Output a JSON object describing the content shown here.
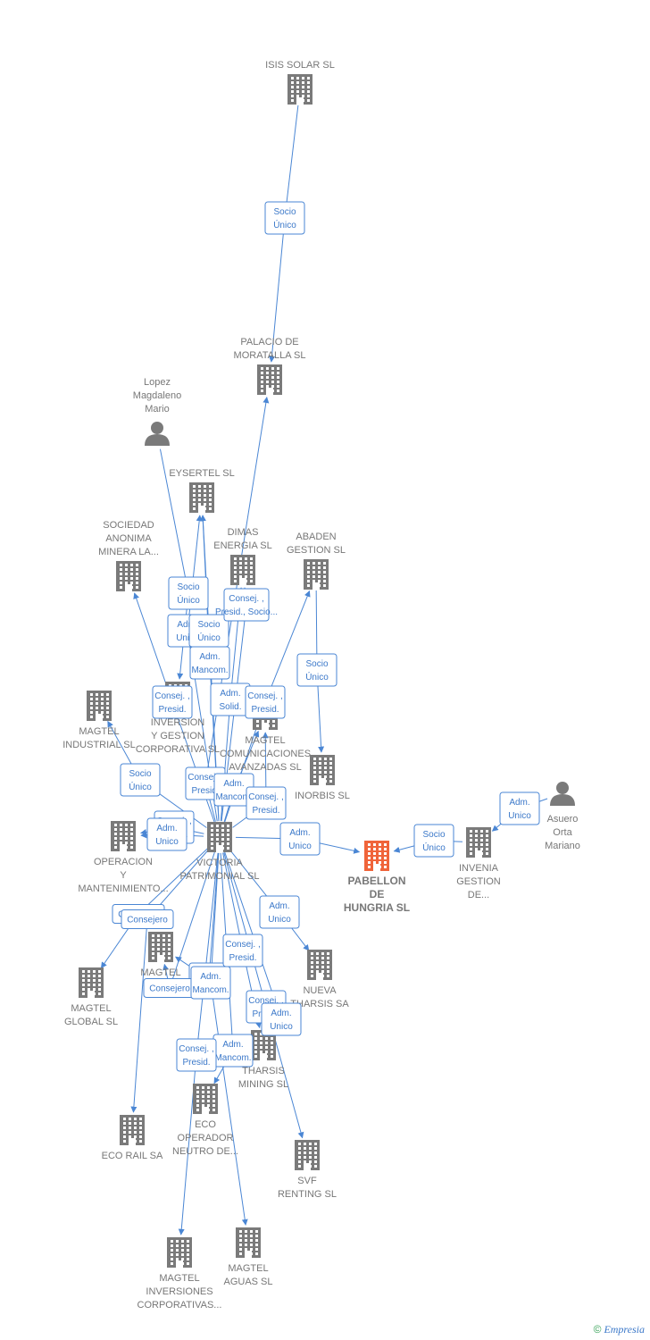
{
  "colors": {
    "company": "#7a7a7a",
    "focus": "#f0643a",
    "person": "#7a7a7a",
    "edge": "#4a86d4"
  },
  "nodes": [
    {
      "id": "isis",
      "type": "company",
      "lines": [
        "ISIS SOLAR  SL"
      ]
    },
    {
      "id": "palacio",
      "type": "company",
      "lines": [
        "PALACIO DE",
        "MORATALLA SL"
      ]
    },
    {
      "id": "lopez",
      "type": "person",
      "lines": [
        "Lopez",
        "Magdaleno",
        "Mario"
      ]
    },
    {
      "id": "eysertel",
      "type": "company",
      "lines": [
        "EYSERTEL SL"
      ]
    },
    {
      "id": "sociedad",
      "type": "company",
      "lines": [
        "SOCIEDAD",
        "ANONIMA",
        "MINERA LA..."
      ]
    },
    {
      "id": "dimas",
      "type": "company",
      "lines": [
        "DIMAS",
        "ENERGIA SL"
      ]
    },
    {
      "id": "abaden",
      "type": "company",
      "lines": [
        "ABADEN",
        "GESTION SL"
      ]
    },
    {
      "id": "magtel_ind",
      "type": "company",
      "lines": [
        "MAGTEL",
        "INDUSTRIAL SL"
      ]
    },
    {
      "id": "inversion_gestion",
      "type": "company",
      "lines": [
        "INVERSION",
        "Y GESTION",
        "CORPORATIVA SL"
      ]
    },
    {
      "id": "magtel_com",
      "type": "company",
      "lines": [
        "MAGTEL",
        "COMUNICACIONES",
        "AVANZADAS SL"
      ]
    },
    {
      "id": "inorbis",
      "type": "company",
      "lines": [
        "INORBIS  SL"
      ]
    },
    {
      "id": "asuero",
      "type": "person",
      "lines": [
        "Asuero",
        "Orta",
        "Mariano"
      ]
    },
    {
      "id": "operacion",
      "type": "company",
      "lines": [
        "OPERACION",
        "Y",
        "MANTENIMIENTO..."
      ]
    },
    {
      "id": "victoria",
      "type": "company",
      "lines": [
        "VICTORIA",
        "PATRIMONIAL SL"
      ]
    },
    {
      "id": "pabellon",
      "type": "focus",
      "lines": [
        "PABELLON",
        "DE",
        "HUNGRIA  SL"
      ]
    },
    {
      "id": "invenia",
      "type": "company",
      "lines": [
        "INVENIA",
        "GESTION",
        "DE..."
      ]
    },
    {
      "id": "magtel_oper",
      "type": "company",
      "lines": [
        "MAGTEL",
        "OPER..."
      ]
    },
    {
      "id": "magtel_global",
      "type": "company",
      "lines": [
        "MAGTEL",
        "GLOBAL SL"
      ]
    },
    {
      "id": "nueva_tharsis",
      "type": "company",
      "lines": [
        "NUEVA",
        "THARSIS SA"
      ]
    },
    {
      "id": "tharsis_mining",
      "type": "company",
      "lines": [
        "THARSIS",
        "MINING  SL"
      ]
    },
    {
      "id": "eco_rail",
      "type": "company",
      "lines": [
        "ECO RAIL SA"
      ]
    },
    {
      "id": "eco_operador",
      "type": "company",
      "lines": [
        "ECO",
        "OPERADOR",
        "NEUTRO DE..."
      ]
    },
    {
      "id": "svf",
      "type": "company",
      "lines": [
        "SVF",
        "RENTING  SL"
      ]
    },
    {
      "id": "magtel_inv",
      "type": "company",
      "lines": [
        "MAGTEL",
        "INVERSIONES",
        "CORPORATIVAS..."
      ]
    },
    {
      "id": "magtel_aguas",
      "type": "company",
      "lines": [
        "MAGTEL",
        "AGUAS  SL"
      ]
    }
  ],
  "edges": [
    {
      "from": "isis",
      "to": "palacio",
      "lines": [
        "Socio",
        "Único"
      ]
    },
    {
      "from": "lopez",
      "to": "inversion_gestion",
      "lines": [
        "Socio",
        "Único"
      ]
    },
    {
      "from": "victoria",
      "to": "eysertel",
      "lines": [
        "Adm.",
        "Unico"
      ]
    },
    {
      "from": "victoria",
      "to": "eysertel",
      "lines": [
        "Socio",
        "Único"
      ]
    },
    {
      "from": "victoria",
      "to": "eysertel",
      "lines": [
        "Adm.",
        "Mancom."
      ]
    },
    {
      "from": "victoria",
      "to": "dimas",
      "lines": [
        "Consej. ,",
        "Presid., Socio..."
      ]
    },
    {
      "from": "victoria",
      "to": "dimas",
      "lines": [
        "Adm.",
        "Solid."
      ]
    },
    {
      "from": "victoria",
      "to": "abaden",
      "lines": [
        "Consej. ,",
        "Presid."
      ]
    },
    {
      "from": "abaden",
      "to": "inorbis",
      "lines": [
        "Socio",
        "Único"
      ]
    },
    {
      "from": "victoria",
      "to": "sociedad",
      "lines": [
        "Consej. ,",
        "Presid."
      ]
    },
    {
      "from": "victoria",
      "to": "palacio",
      "lines": [
        "Consej. ,",
        "Presid."
      ]
    },
    {
      "from": "victoria",
      "to": "magtel_ind",
      "lines": [
        "Socio",
        "Único"
      ]
    },
    {
      "from": "victoria",
      "to": "magtel_com",
      "lines": [
        "Adm.",
        "Mancom."
      ]
    },
    {
      "from": "victoria",
      "to": "magtel_com",
      "lines": [
        "Consej. ,",
        "Presid."
      ]
    },
    {
      "from": "victoria",
      "to": "operacion",
      "lines": [
        "Consej. ,",
        "Presid."
      ]
    },
    {
      "from": "victoria",
      "to": "pabellon",
      "lines": [
        "Adm.",
        "Unico"
      ]
    },
    {
      "from": "invenia",
      "to": "pabellon",
      "lines": [
        "Socio",
        "Único"
      ]
    },
    {
      "from": "asuero",
      "to": "invenia",
      "lines": [
        "Adm.",
        "Unico"
      ]
    },
    {
      "from": "victoria",
      "to": "magtel_oper",
      "lines": [
        "Adm.",
        "Mancom."
      ]
    },
    {
      "from": "victoria",
      "to": "magtel_global",
      "lines": [
        "Consejero"
      ]
    },
    {
      "from": "victoria",
      "to": "magtel_oper",
      "lines": [
        "Consejero"
      ]
    },
    {
      "from": "victoria",
      "to": "nueva_tharsis",
      "lines": [
        "Adm.",
        "Unico"
      ]
    },
    {
      "from": "victoria",
      "to": "tharsis_mining",
      "lines": [
        "Consej. ,",
        "Presid."
      ]
    },
    {
      "from": "victoria",
      "to": "eco_operador",
      "lines": [
        "Adm.",
        "Mancom."
      ]
    },
    {
      "from": "victoria",
      "to": "svf",
      "lines": [
        "Consej. ,",
        "Presid."
      ]
    },
    {
      "from": "victoria",
      "to": "tharsis_mining",
      "lines": [
        "Adm.",
        "Unico"
      ]
    },
    {
      "from": "victoria",
      "to": "magtel_aguas",
      "lines": [
        "Adm.",
        "Mancom."
      ]
    },
    {
      "from": "victoria",
      "to": "magtel_inv",
      "lines": [
        "Consej. ,",
        "Presid."
      ]
    },
    {
      "from": "victoria",
      "to": "eco_rail",
      "lines": [
        "Consejero"
      ]
    },
    {
      "from": "victoria",
      "to": "operacion",
      "lines": [
        "Adm.",
        "Unico"
      ]
    }
  ],
  "footer": {
    "copyright": "©",
    "brand": "Empresia"
  }
}
